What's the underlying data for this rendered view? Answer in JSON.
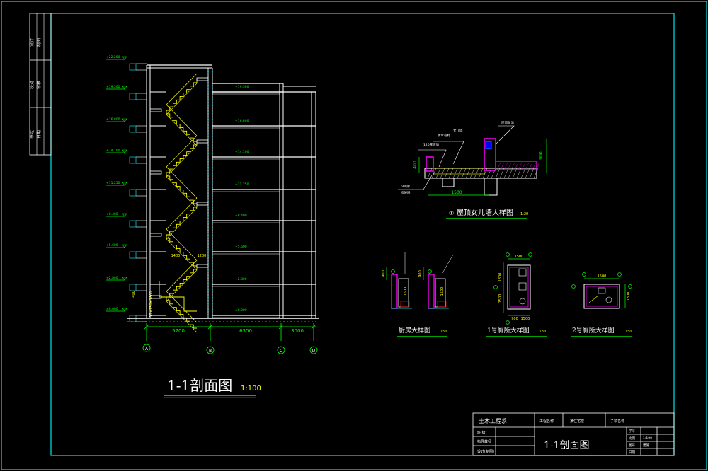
{
  "section": {
    "title": "1-1剖面图",
    "scale": "1:100",
    "dims": [
      "5700",
      "6300",
      "3000"
    ],
    "axes": [
      "A",
      "B",
      "C",
      "D"
    ],
    "left_levels": [
      "+22.200",
      "+19.500",
      "+16.800",
      "+14.100",
      "+11.250",
      "+8.400",
      "+5.600",
      "+2.800",
      "±0.000"
    ],
    "floor_labels": [
      "+19.500",
      "+16.800",
      "+14.100",
      "+11.250",
      "+8.400",
      "+5.600",
      "+2.800",
      "±0.000"
    ],
    "small_dims": [
      "1400",
      "1200",
      "400",
      "12×150=1800"
    ]
  },
  "parapet": {
    "title": "屋顶女儿墙大样图",
    "scale": "1:20",
    "number": "①",
    "dims": [
      "400",
      "900",
      "1500"
    ],
    "notes": [
      "女儿墙",
      "防水卷材",
      "120厚砖墙",
      "屋面做法",
      "500厚",
      "找坡层"
    ]
  },
  "kitchen": {
    "title": "厨房大样图",
    "scale": "1:50",
    "dims": [
      "900",
      "900",
      "1500",
      "1500"
    ]
  },
  "toilet1": {
    "title": "1号厕所大样图",
    "scale": "1:50",
    "dims": [
      "1500",
      "1800",
      "1500",
      "900",
      "1500"
    ]
  },
  "toilet2": {
    "title": "2号厕所大样图",
    "scale": "1:50",
    "dims": [
      "1500",
      "1800"
    ]
  },
  "left_strip": [
    "设计",
    "制图",
    "校对",
    "审核",
    "审定",
    "日期"
  ],
  "titleblock": {
    "dept": "土木工程系",
    "project_label": "工程名称",
    "project_name": "某住宅楼",
    "stage_label": "子项名称",
    "row2": "班  级",
    "row3": "指导教师",
    "row4": "设计(制图)",
    "drawing_title": "1-1剖面图",
    "right_labels": [
      "学号",
      "比例",
      "图号",
      "日期"
    ],
    "right_values": [
      "",
      "1:100",
      "建施",
      ""
    ]
  }
}
